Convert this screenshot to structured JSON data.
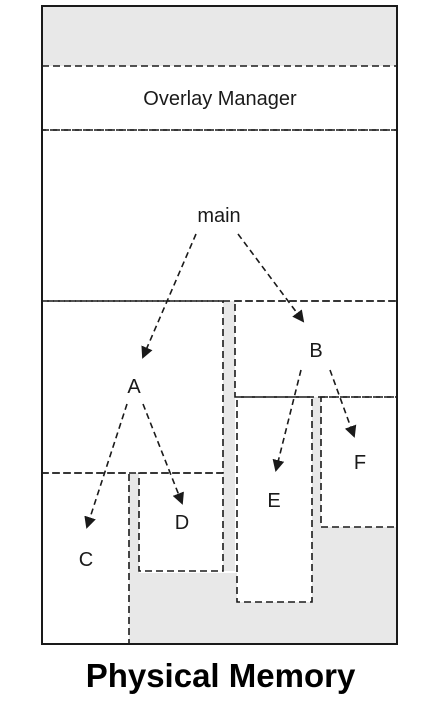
{
  "diagram": {
    "caption": "Physical Memory",
    "overlay_manager_label": "Overlay Manager",
    "nodes": {
      "main": "main",
      "a": "A",
      "b": "B",
      "c": "C",
      "d": "D",
      "e": "E",
      "f": "F"
    },
    "colors": {
      "unused_fill": "#e8e8e8",
      "stroke": "#1a1a1a",
      "background": "#ffffff"
    }
  }
}
